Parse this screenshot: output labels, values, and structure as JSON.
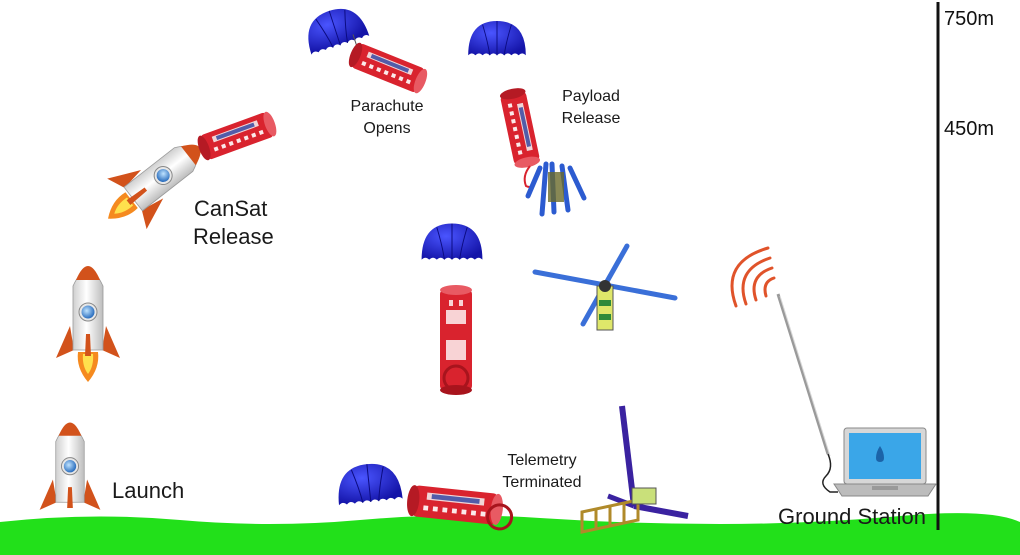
{
  "labels": {
    "launch": "Launch",
    "cansat_release_line1": "CanSat",
    "cansat_release_line2": "Release",
    "parachute_opens_line1": "Parachute",
    "parachute_opens_line2": "Opens",
    "payload_release_line1": "Payload",
    "payload_release_line2": "Release",
    "telemetry_terminated_line1": "Telemetry",
    "telemetry_terminated_line2": "Terminated",
    "ground_station": "Ground Station"
  },
  "altitude_scale": {
    "top_label": "750m",
    "mid_label": "450m"
  },
  "colors": {
    "ground": "#22e01a",
    "rocket_body": "#f2f2f2",
    "rocket_fin": "#d2521b",
    "rocket_window": "#4f8fd6",
    "flame_outer": "#f58a1f",
    "flame_inner": "#ffe14d",
    "parachute": "#1f22c8",
    "cansat_red": "#d9232e",
    "rotor_blue": "#3a6fd8",
    "signal": "#e0532a",
    "laptop_screen": "#3aa6e8",
    "scale_line": "#111111"
  },
  "icons": [
    "rocket-icon",
    "parachute-icon",
    "cansat-icon",
    "rotor-icon",
    "antenna-icon",
    "laptop-icon"
  ]
}
